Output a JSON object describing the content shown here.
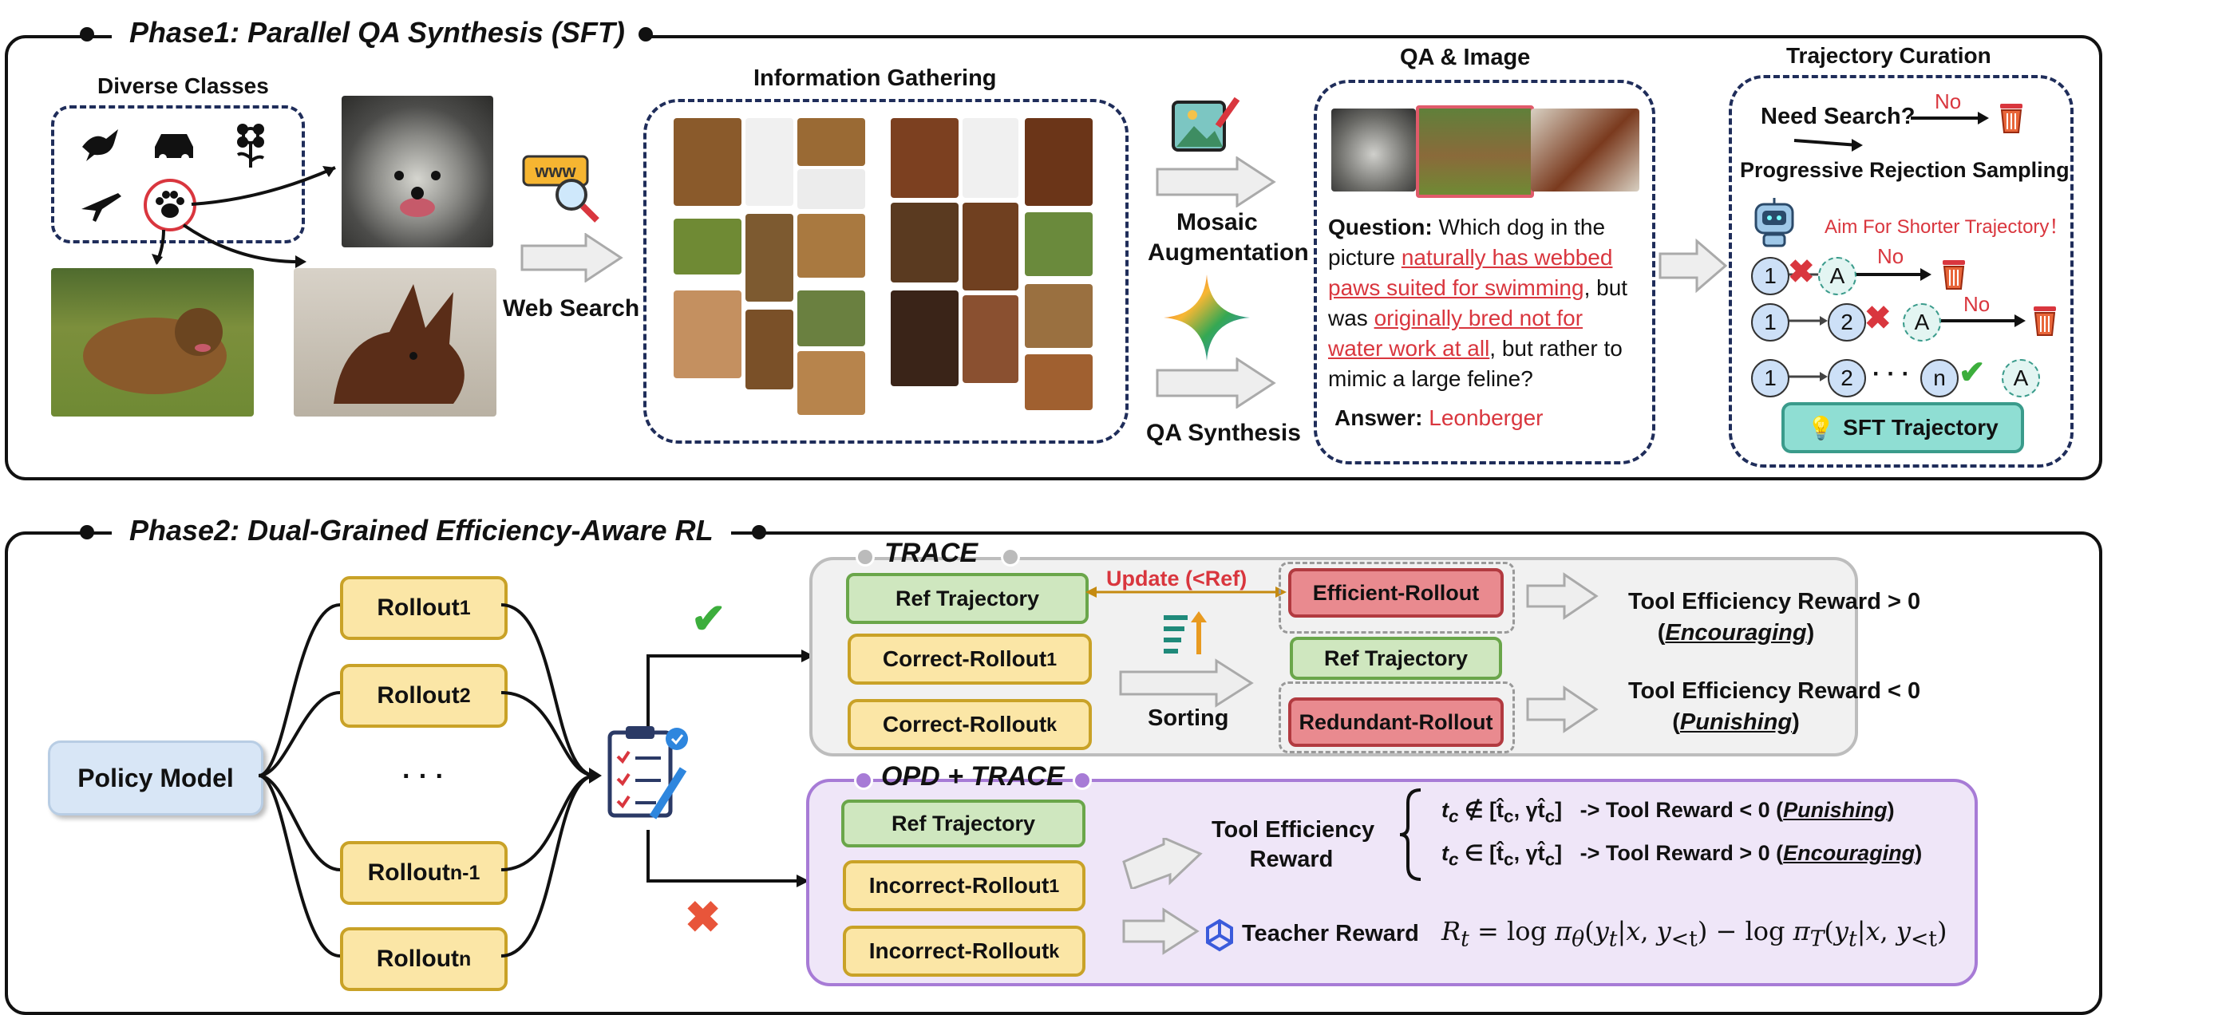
{
  "phase1": {
    "title": "Phase1: Parallel QA Synthesis (SFT)",
    "diverse_classes": "Diverse Classes",
    "web_search": "Web Search",
    "info_gathering": "Information Gathering",
    "mosaic": "Mosaic",
    "augmentation": "Augmentation",
    "qa_synthesis": "QA Synthesis",
    "qa_image": "QA & Image",
    "question_label": "Question:",
    "question_parts": {
      "p1": " Which dog in the picture ",
      "u1": "naturally has webbed paws suited for swimming",
      "p2": ", but was ",
      "u2": "originally bred not for water work at all",
      "p3": ", but rather to mimic a large feline?"
    },
    "answer_label": "Answer:",
    "answer_value": "Leonberger",
    "trajectory_curation": "Trajectory Curation",
    "need_search": "Need Search?",
    "no": "No",
    "progressive": "Progressive Rejection Sampling",
    "aim_shorter": "Aim For Shorter Trajectory！",
    "sft_trajectory": "SFT Trajectory",
    "node_1": "1",
    "node_2": "2",
    "node_n": "n",
    "node_a": "A",
    "dots": "· · ·"
  },
  "phase2": {
    "title": "Phase2: Dual-Grained Efficiency-Aware RL",
    "policy_model": "Policy Model",
    "rollout_base": "Rollout",
    "sub_1": "1",
    "sub_2": "2",
    "sub_n1": "n-1",
    "sub_n": "n",
    "vdots": "· · ·",
    "trace": "TRACE",
    "opd_trace": "OPD + TRACE",
    "ref_trajectory": "Ref Trajectory",
    "correct_rollout": "Correct-Rollout",
    "incorrect_rollout": "Incorrect-Rollout",
    "sub_k": "k",
    "update_ref": "Update (<Ref)",
    "efficient_rollout": "Efficient-Rollout",
    "redundant_rollout": "Redundant-Rollout",
    "sorting": "Sorting",
    "reward_pos": "Tool Efficiency Reward > 0",
    "encouraging": "Encouraging",
    "reward_neg": "Tool Efficiency Reward < 0",
    "punishing": "Punishing",
    "tool_eff_reward_1": "Tool Efficiency",
    "tool_eff_reward_2": "Reward",
    "cond_notin": "∉ [t̂",
    "cond_in": "∈ [t̂",
    "tool_reward_neg": "-> Tool Reward < 0 (",
    "tool_reward_pos": "-> Tool Reward > 0 (",
    "teacher_reward": "Teacher Reward"
  },
  "colors": {
    "yellow": "#fbe6a6",
    "green": "#cfe7bf",
    "red_box": "#e98a8f",
    "accent_red": "#d9363e",
    "purple": "#a77bd6",
    "teal": "#8fded3"
  },
  "icons": [
    "bird-icon",
    "car-icon",
    "flower-icon",
    "plane-icon",
    "paw-icon",
    "www-search-icon",
    "mosaic-image-icon",
    "gemini-star-icon",
    "trash-icon",
    "robot-icon",
    "bulb-icon",
    "check-icon",
    "cross-icon",
    "clipboard-icon",
    "sort-icon",
    "openai-icon"
  ]
}
